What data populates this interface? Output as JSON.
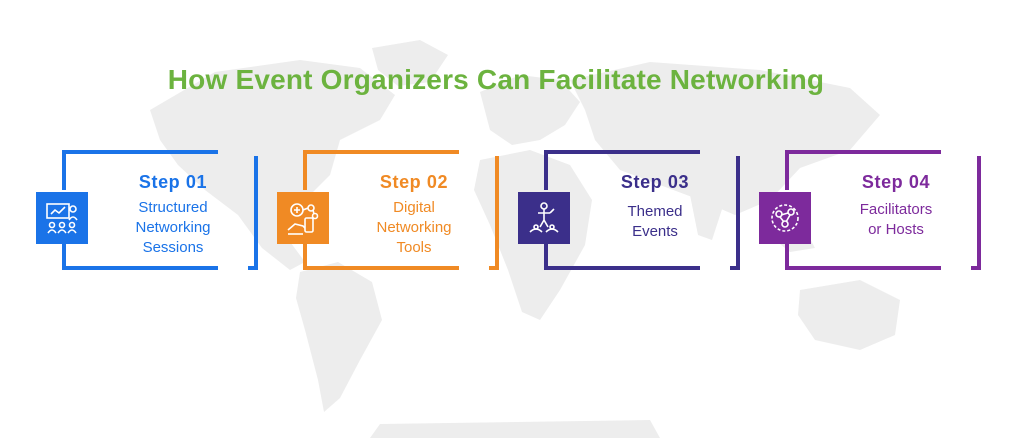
{
  "title": "How Event Organizers Can Facilitate Networking",
  "colors": {
    "title": "#6cb33f",
    "map": "#ececec",
    "step1": "#1a73e8",
    "step2": "#f08a24",
    "step3": "#3b2f8a",
    "step4": "#7d2a9c"
  },
  "steps": [
    {
      "label": "Step 01",
      "lines": [
        "Structured",
        "Networking",
        "Sessions"
      ],
      "icon": "presentation-people-icon"
    },
    {
      "label": "Step 02",
      "lines": [
        "Digital",
        "Networking",
        "Tools"
      ],
      "icon": "hand-phone-network-icon"
    },
    {
      "label": "Step 03",
      "lines": [
        "Themed",
        "Events"
      ],
      "icon": "speaker-audience-icon"
    },
    {
      "label": "Step 04",
      "lines": [
        "Facilitators",
        "or Hosts"
      ],
      "icon": "people-network-icon"
    }
  ]
}
